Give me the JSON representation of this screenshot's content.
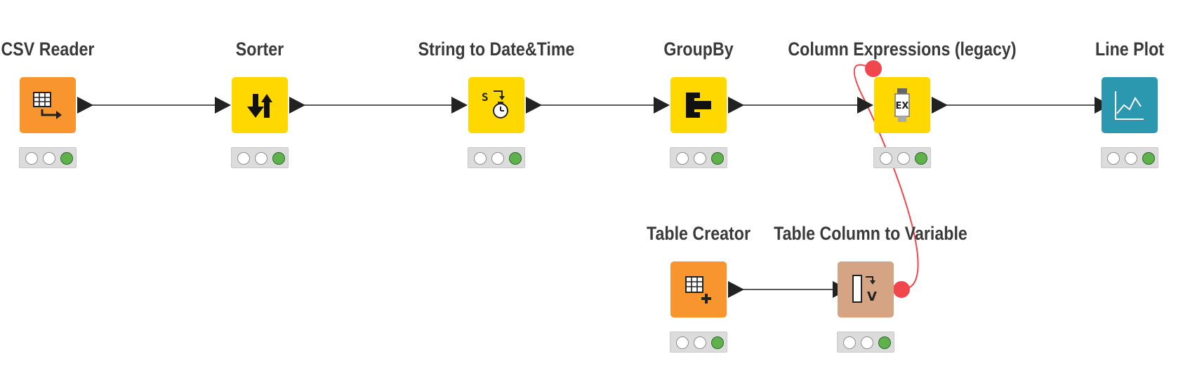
{
  "workflow": {
    "nodes": [
      {
        "id": "csv-reader",
        "title": "CSV Reader",
        "color": "#F9952E",
        "icon": "table-arrow-icon",
        "status": "executed"
      },
      {
        "id": "sorter",
        "title": "Sorter",
        "color": "#FFD800",
        "icon": "sort-arrows-icon",
        "status": "executed"
      },
      {
        "id": "string-to-datetime",
        "title": "String to Date&Time",
        "color": "#FFD800",
        "icon": "string-clock-icon",
        "status": "executed"
      },
      {
        "id": "groupby",
        "title": "GroupBy",
        "color": "#FFD800",
        "icon": "groupby-icon",
        "status": "executed"
      },
      {
        "id": "column-expressions",
        "title": "Column Expressions (legacy)",
        "color": "#FFD800",
        "icon": "ex-bottle-icon",
        "status": "executed"
      },
      {
        "id": "line-plot",
        "title": "Line Plot",
        "color": "#2C98B0",
        "icon": "line-chart-icon",
        "status": "executed"
      },
      {
        "id": "table-creator",
        "title": "Table Creator",
        "color": "#F9952E",
        "icon": "table-plus-icon",
        "status": "executed"
      },
      {
        "id": "table-column-to-variable",
        "title": "Table Column to Variable",
        "color": "#D4A484",
        "icon": "column-variable-icon",
        "status": "executed"
      }
    ],
    "connections": [
      {
        "from": "csv-reader",
        "to": "sorter",
        "type": "data"
      },
      {
        "from": "sorter",
        "to": "string-to-datetime",
        "type": "data"
      },
      {
        "from": "string-to-datetime",
        "to": "groupby",
        "type": "data"
      },
      {
        "from": "groupby",
        "to": "column-expressions",
        "type": "data"
      },
      {
        "from": "column-expressions",
        "to": "line-plot",
        "type": "data"
      },
      {
        "from": "table-creator",
        "to": "table-column-to-variable",
        "type": "data"
      },
      {
        "from": "table-column-to-variable",
        "to": "column-expressions",
        "type": "flow-variable"
      }
    ],
    "colors": {
      "data_port": "#222222",
      "flow_variable": "#F0474C",
      "status_executed": "#5FB14C"
    }
  }
}
